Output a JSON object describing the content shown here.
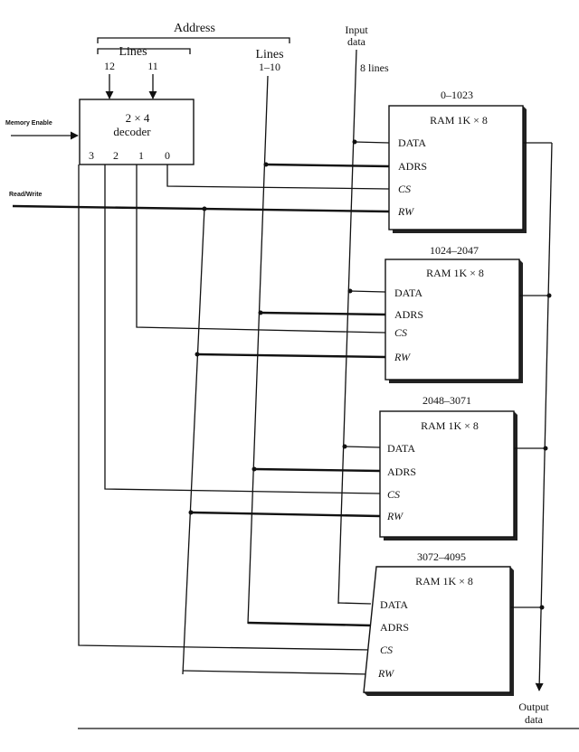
{
  "address": {
    "title": "Address",
    "lines_left_label": "Lines",
    "line_12": "12",
    "line_11": "11",
    "lines_right_label": "Lines",
    "lines_right_range": "1–10"
  },
  "input": {
    "label_line1": "Input",
    "label_line2": "data",
    "bus_width": "8 lines"
  },
  "signals": {
    "memory_enable": "Memory Enable",
    "read_write": "Read/Write"
  },
  "decoder": {
    "title_line1": "2 × 4",
    "title_line2": "decoder",
    "outputs": [
      "3",
      "2",
      "1",
      "0"
    ]
  },
  "chips": [
    {
      "range": "0–1023",
      "title": "RAM 1K × 8",
      "pins": [
        "DATA",
        "ADRS",
        "CS",
        "RW"
      ]
    },
    {
      "range": "1024–2047",
      "title": "RAM 1K × 8",
      "pins": [
        "DATA",
        "ADRS",
        "CS",
        "RW"
      ]
    },
    {
      "range": "2048–3071",
      "title": "RAM 1K × 8",
      "pins": [
        "DATA",
        "ADRS",
        "CS",
        "RW"
      ]
    },
    {
      "range": "3072–4095",
      "title": "RAM 1K × 8",
      "pins": [
        "DATA",
        "ADRS",
        "CS",
        "RW"
      ]
    }
  ],
  "output": {
    "label_line1": "Output",
    "label_line2": "data"
  }
}
